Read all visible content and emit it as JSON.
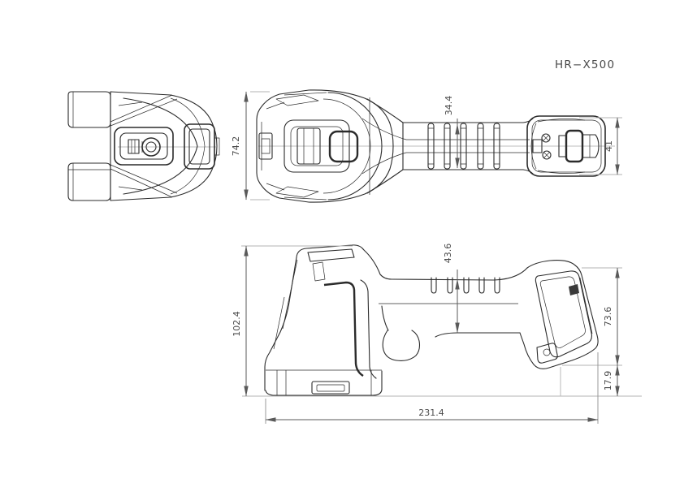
{
  "header": {
    "model_label": "HR−X500"
  },
  "drawing": {
    "dimensions": {
      "front_height": "74.2",
      "handle_width": "34.4",
      "rear_cap_width": "41",
      "overall_height": "102.4",
      "handle_thickness": "43.6",
      "grip_height": "73.6",
      "base_clearance": "17.9",
      "overall_length": "231.4"
    },
    "colors": {
      "line": "#2b2b2b",
      "extension_line": "#b3b3b3",
      "dimension": "#5a5a5a",
      "background": "#ffffff"
    }
  }
}
